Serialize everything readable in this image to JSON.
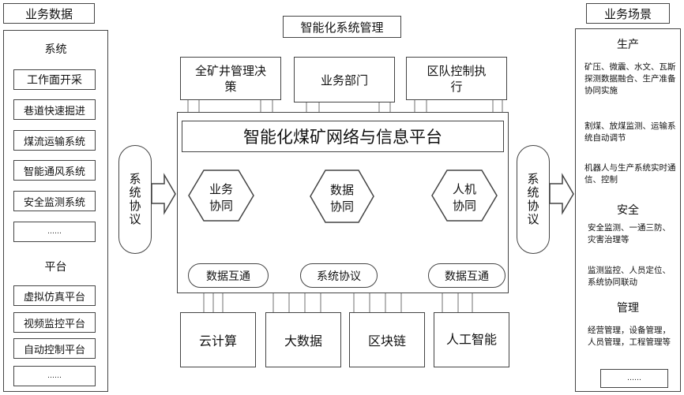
{
  "left": {
    "header": "业务数据",
    "system_title": "系统",
    "system_items": [
      "工作面开采",
      "巷道快速掘进",
      "煤流运输系统",
      "智能通风系统",
      "安全监测系统",
      "……"
    ],
    "platform_title": "平台",
    "platform_items": [
      "虚拟仿真平台",
      "视频监控平台",
      "自动控制平台",
      "……"
    ]
  },
  "center": {
    "header": "智能化系统管理",
    "top_boxes": [
      "全矿井管理决策",
      "业务部门",
      "区队控制执行"
    ],
    "platform_title": "智能化煤矿网络与信息平台",
    "hexes": [
      "业务协同",
      "数据协同",
      "人机协同"
    ],
    "ovals": [
      "数据互通",
      "系统协议",
      "数据互通"
    ],
    "bottom_boxes": [
      "云计算",
      "大数据",
      "区块链",
      "人工智能"
    ]
  },
  "protocols": {
    "left": "系统协议",
    "right": "系统协议"
  },
  "right": {
    "header": "业务场景",
    "production_title": "生产",
    "production_items": [
      "矿压、微震、水文、瓦斯探测数据融合、生产准备协同实施",
      "割煤、放煤监测、运输系统自动调节",
      "机器人与生产系统实时通信、控制"
    ],
    "safety_title": "安全",
    "safety_items": [
      "安全监测、一通三防、灾害治理等",
      "监测监控、人员定位、系统协同联动"
    ],
    "management_title": "管理",
    "management_items": [
      "经营管理，设备管理，人员管理，工程管理等"
    ],
    "ellipsis": "……"
  },
  "colors": {
    "line": "#444444",
    "connector": "#888888",
    "background": "#ffffff"
  }
}
